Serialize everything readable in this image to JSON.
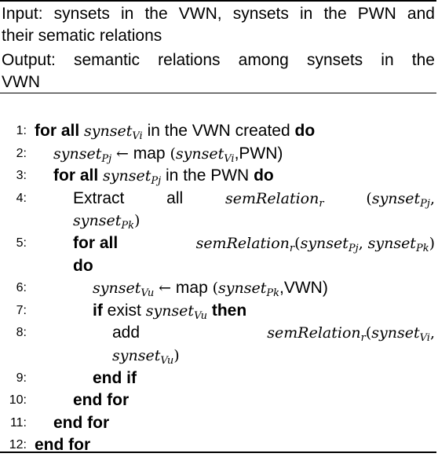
{
  "header": {
    "input_line1": [
      "Input:",
      "synsets",
      "in",
      "the",
      "VWN,",
      "synsets",
      "in",
      "the",
      "PWN",
      "and"
    ],
    "input_line2": "their sematic relations",
    "output_line1": [
      "Output:",
      "semantic",
      "relations",
      "among",
      "synsets",
      "in",
      "the"
    ],
    "output_line2": "VWN"
  },
  "lines": [
    {
      "num": "1:",
      "for_all": "for all",
      "var": "synset",
      "sub": "Vi",
      "text": "in the VWN created",
      "do": "do"
    },
    {
      "num": "2:",
      "lhs_var": "synset",
      "lhs_sub": "Pj",
      "arrow": "←",
      "map": "map",
      "open": "(",
      "arg_var": "synset",
      "arg_sub": "Vi",
      "arg2": ",PWN)"
    },
    {
      "num": "3:",
      "for_all": "for all",
      "var": "synset",
      "sub": "Pj",
      "text": "in the PWN",
      "do": "do"
    },
    {
      "num": "4:",
      "extract": "Extract",
      "all": "all",
      "rel": "semRelation",
      "rel_sub": "r",
      "open": "(",
      "var": "synset",
      "sub": "Pj",
      "comma": ","
    },
    {
      "num": "",
      "var": "synset",
      "sub": "Pk",
      "close": ")"
    },
    {
      "num": "5:",
      "for_all": "for all",
      "rel": "semRelation",
      "rel_sub": "r",
      "open": "(",
      "var1": "synset",
      "sub1": "Pj",
      "comma": ",",
      "var2": "synset",
      "sub2": "Pk",
      "close": ")"
    },
    {
      "num": "",
      "do": "do"
    },
    {
      "num": "6:",
      "lhs_var": "synset",
      "lhs_sub": "Vu",
      "arrow": "←",
      "map": "map",
      "open": "(",
      "arg_var": "synset",
      "arg_sub": "Pk",
      "arg2": ",VWN)"
    },
    {
      "num": "7:",
      "if": "if",
      "exist": "exist",
      "var": "synset",
      "sub": "Vu",
      "then": "then"
    },
    {
      "num": "8:",
      "add": "add",
      "rel": "semRelation",
      "rel_sub": "r",
      "open": "(",
      "var": "synset",
      "sub": "Vi",
      "comma": ","
    },
    {
      "num": "",
      "var": "synset",
      "sub": "Vu",
      "close": ")"
    },
    {
      "num": "9:",
      "end": "end if"
    },
    {
      "num": "10:",
      "end": "end for"
    },
    {
      "num": "11:",
      "end": "end for"
    },
    {
      "num": "12:",
      "end": "end for"
    }
  ]
}
